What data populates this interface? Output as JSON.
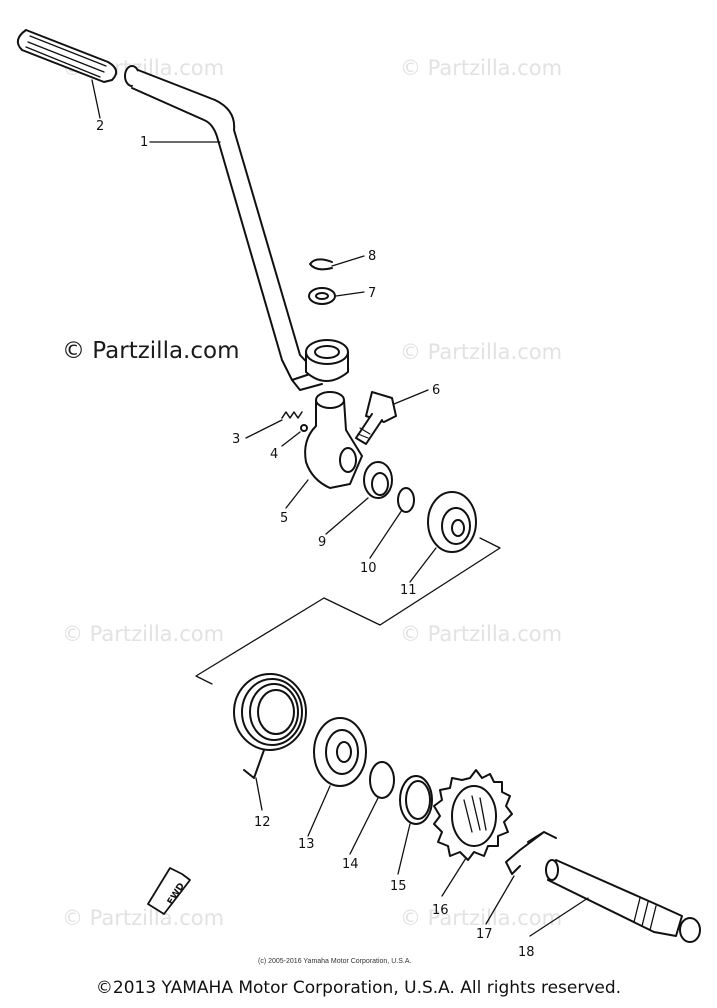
{
  "watermark": "© Partzilla.com",
  "watermark_big": "© Partzilla.com",
  "callouts": [
    "1",
    "2",
    "3",
    "4",
    "5",
    "6",
    "7",
    "8",
    "9",
    "10",
    "11",
    "12",
    "13",
    "14",
    "15",
    "16",
    "17",
    "18"
  ],
  "fwd_label": "FWD",
  "small_credit": "(c) 2005-2016 Yamaha Motor Corporation, U.S.A.",
  "footer_copyright": "©2013 YAMAHA Motor Corporation, U.S.A. All rights reserved."
}
